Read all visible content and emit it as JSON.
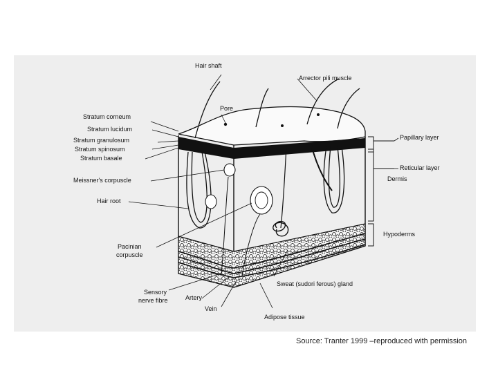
{
  "diagram": {
    "labels": {
      "hair_shaft": "Hair shaft",
      "arrector_pili": "Arrector pili muscle",
      "pore": "Pore",
      "stratum_corneum": "Stratum corneum",
      "stratum_lucidum": "Stratum lucidum",
      "stratum_granulosum": "Stratum granulosum",
      "stratum_spinosum": "Stratum spinosum",
      "stratum_basale": "Stratum basale",
      "meissner": "Meissner's corpuscle",
      "hair_root": "Hair root",
      "pacinian_1": "Pacinian",
      "pacinian_2": "corpuscle",
      "sensory_1": "Sensory",
      "sensory_2": "nerve fibre",
      "artery": "Artery",
      "vein": "Vein",
      "sweat_gland": "Sweat (sudori ferous) gland",
      "adipose": "Adipose tissue",
      "papillary": "Papillary layer",
      "reticular": "Reticular layer",
      "dermis": "Dermis",
      "hypodermis": "Hypoderms"
    }
  },
  "caption": "Source: Tranter 1999 –reproduced with permission"
}
